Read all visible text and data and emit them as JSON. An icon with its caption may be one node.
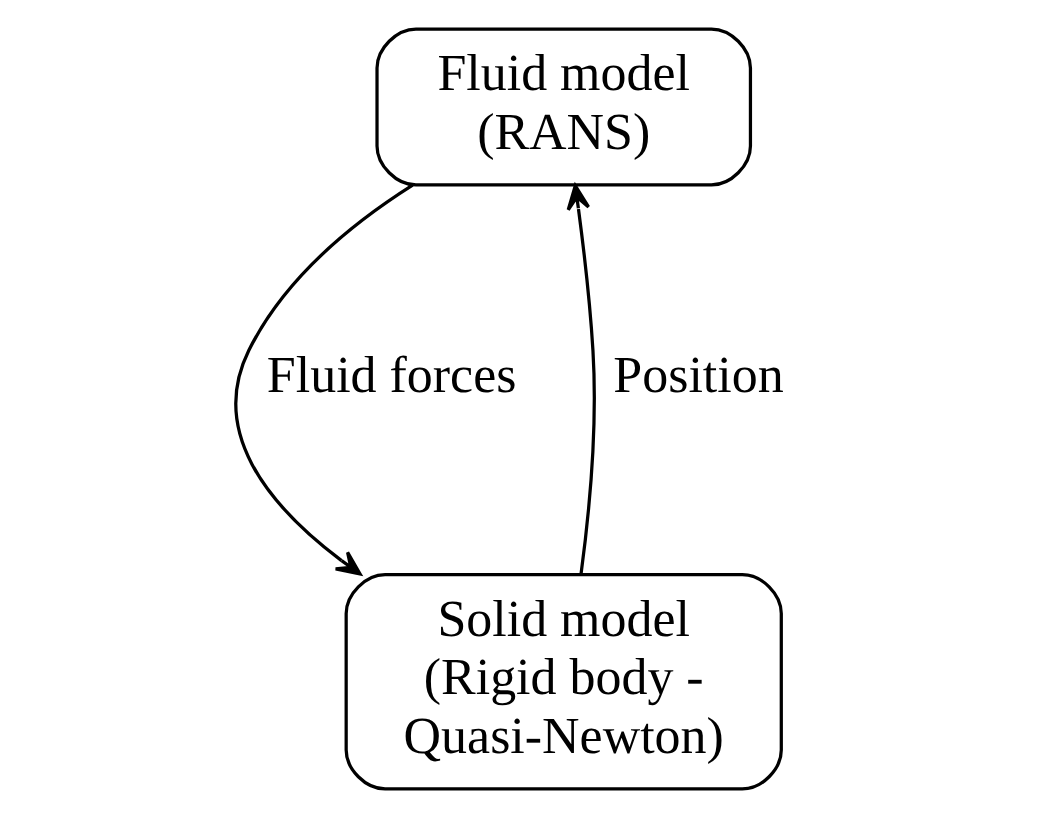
{
  "diagram": {
    "nodes": [
      {
        "text": [
          "Fluid model",
          "(RANS)"
        ]
      },
      {
        "text": [
          "Solid model",
          "(Rigid body - Quasi-Newton)"
        ]
      }
    ],
    "edges": [
      {
        "from": 0,
        "to": 1,
        "arrow": "to",
        "label": "Fluid forces"
      },
      {
        "from": 1,
        "to": 0,
        "arrow": "to",
        "label": "Position"
      }
    ]
  }
}
